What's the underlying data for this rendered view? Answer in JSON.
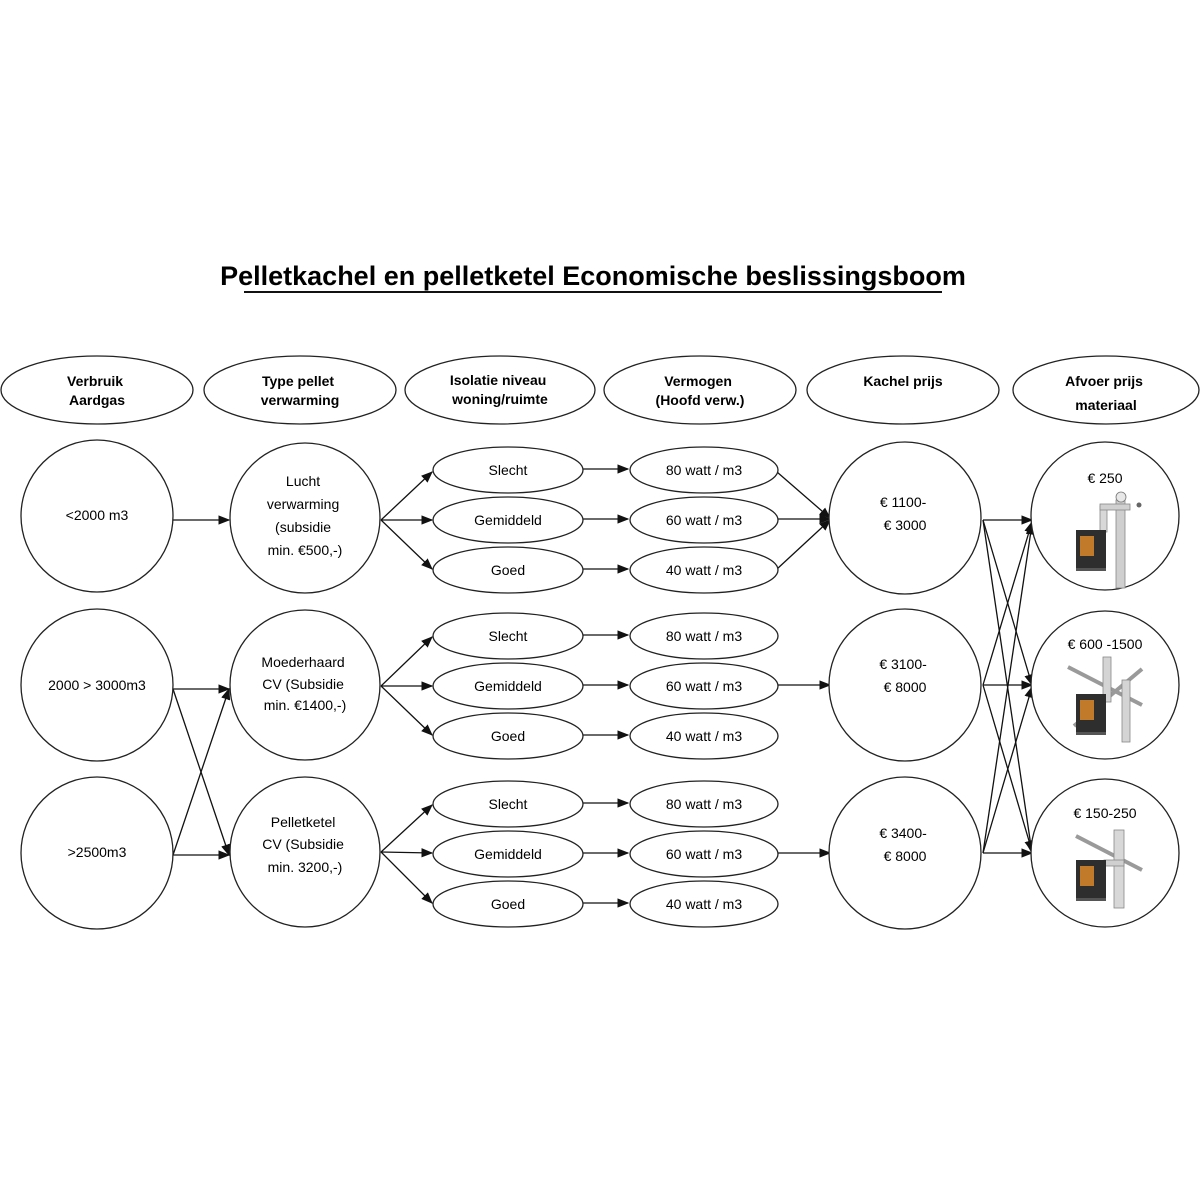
{
  "title": "Pelletkachel en pelletketel Economische beslissingsboom",
  "headers": [
    [
      "Verbruik",
      "Aardgas"
    ],
    [
      "Type pellet",
      "verwarming"
    ],
    [
      "Isolatie niveau",
      "woning/ruimte"
    ],
    [
      "Vermogen",
      "(Hoofd verw.)"
    ],
    [
      "Kachel prijs"
    ],
    [
      "Afvoer prijs",
      "materiaal"
    ]
  ],
  "gas_usage": [
    [
      "<2000 m3"
    ],
    [
      "2000 > 3000m3"
    ],
    [
      ">2500m3"
    ]
  ],
  "heating_types": [
    [
      "Lucht",
      "verwarming",
      "(subsidie",
      "min. €500,-)"
    ],
    [
      "Moederhaard",
      "CV (Subsidie",
      "min. €1400,-)"
    ],
    [
      "Pelletketel",
      "CV (Subsidie",
      "min. 3200,-)"
    ]
  ],
  "insulation_levels": [
    "Slecht",
    "Gemiddeld",
    "Goed"
  ],
  "power_levels": [
    "80 watt / m3",
    "60 watt / m3",
    "40 watt / m3"
  ],
  "stove_prices": [
    [
      "€ 1100-",
      "€ 3000"
    ],
    [
      "€ 3100-",
      "€ 8000"
    ],
    [
      "€ 3400-",
      "€ 8000"
    ]
  ],
  "flue_prices": [
    "€ 250",
    "€ 600 -1500",
    "€ 150-250"
  ],
  "icons": [
    "pellet-stove-with-flue-icon",
    "stove-roof-flue-icon",
    "stove-wall-flue-icon"
  ],
  "colors": {
    "line": "#111111",
    "stove_body": "#2e2e2e",
    "stove_window": "#c07a2a",
    "pipe": "#c8c8c8"
  }
}
